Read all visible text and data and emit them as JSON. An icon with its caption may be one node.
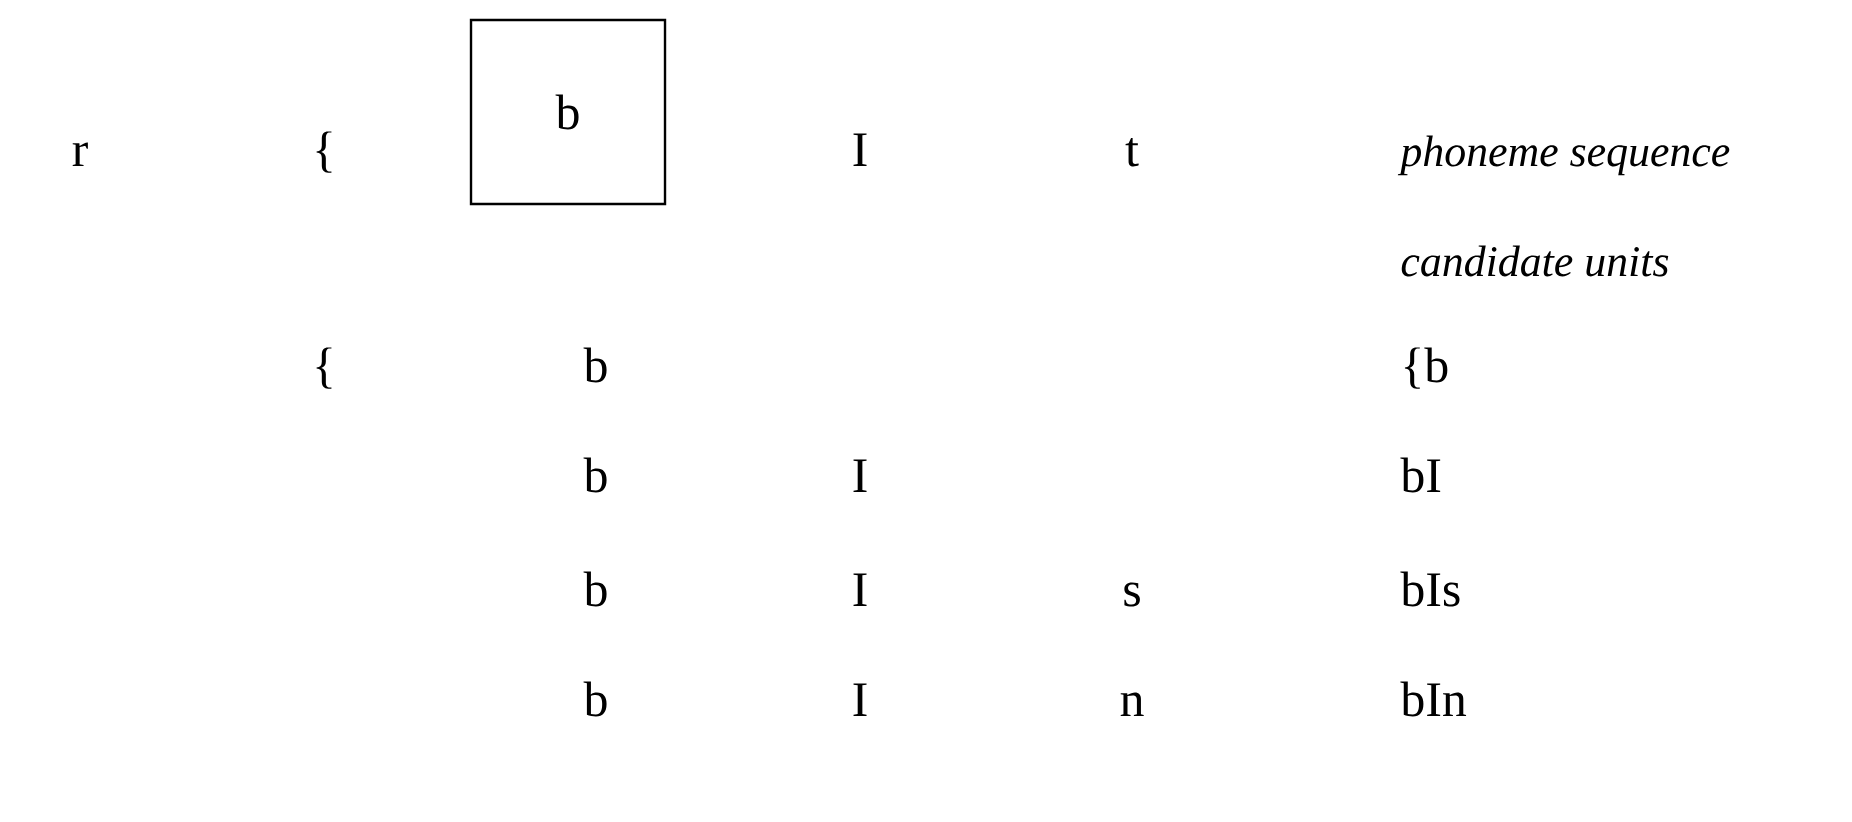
{
  "diagram": {
    "nodes": [
      {
        "text": [
          "b"
        ]
      }
    ],
    "labels": [
      "r",
      "{",
      "I",
      "t",
      "phoneme sequence",
      "candidate units",
      "{",
      "b",
      "{b",
      "b",
      "I",
      "bI",
      "b",
      "I",
      "s",
      "bIs",
      "b",
      "I",
      "n",
      "bIn"
    ]
  }
}
